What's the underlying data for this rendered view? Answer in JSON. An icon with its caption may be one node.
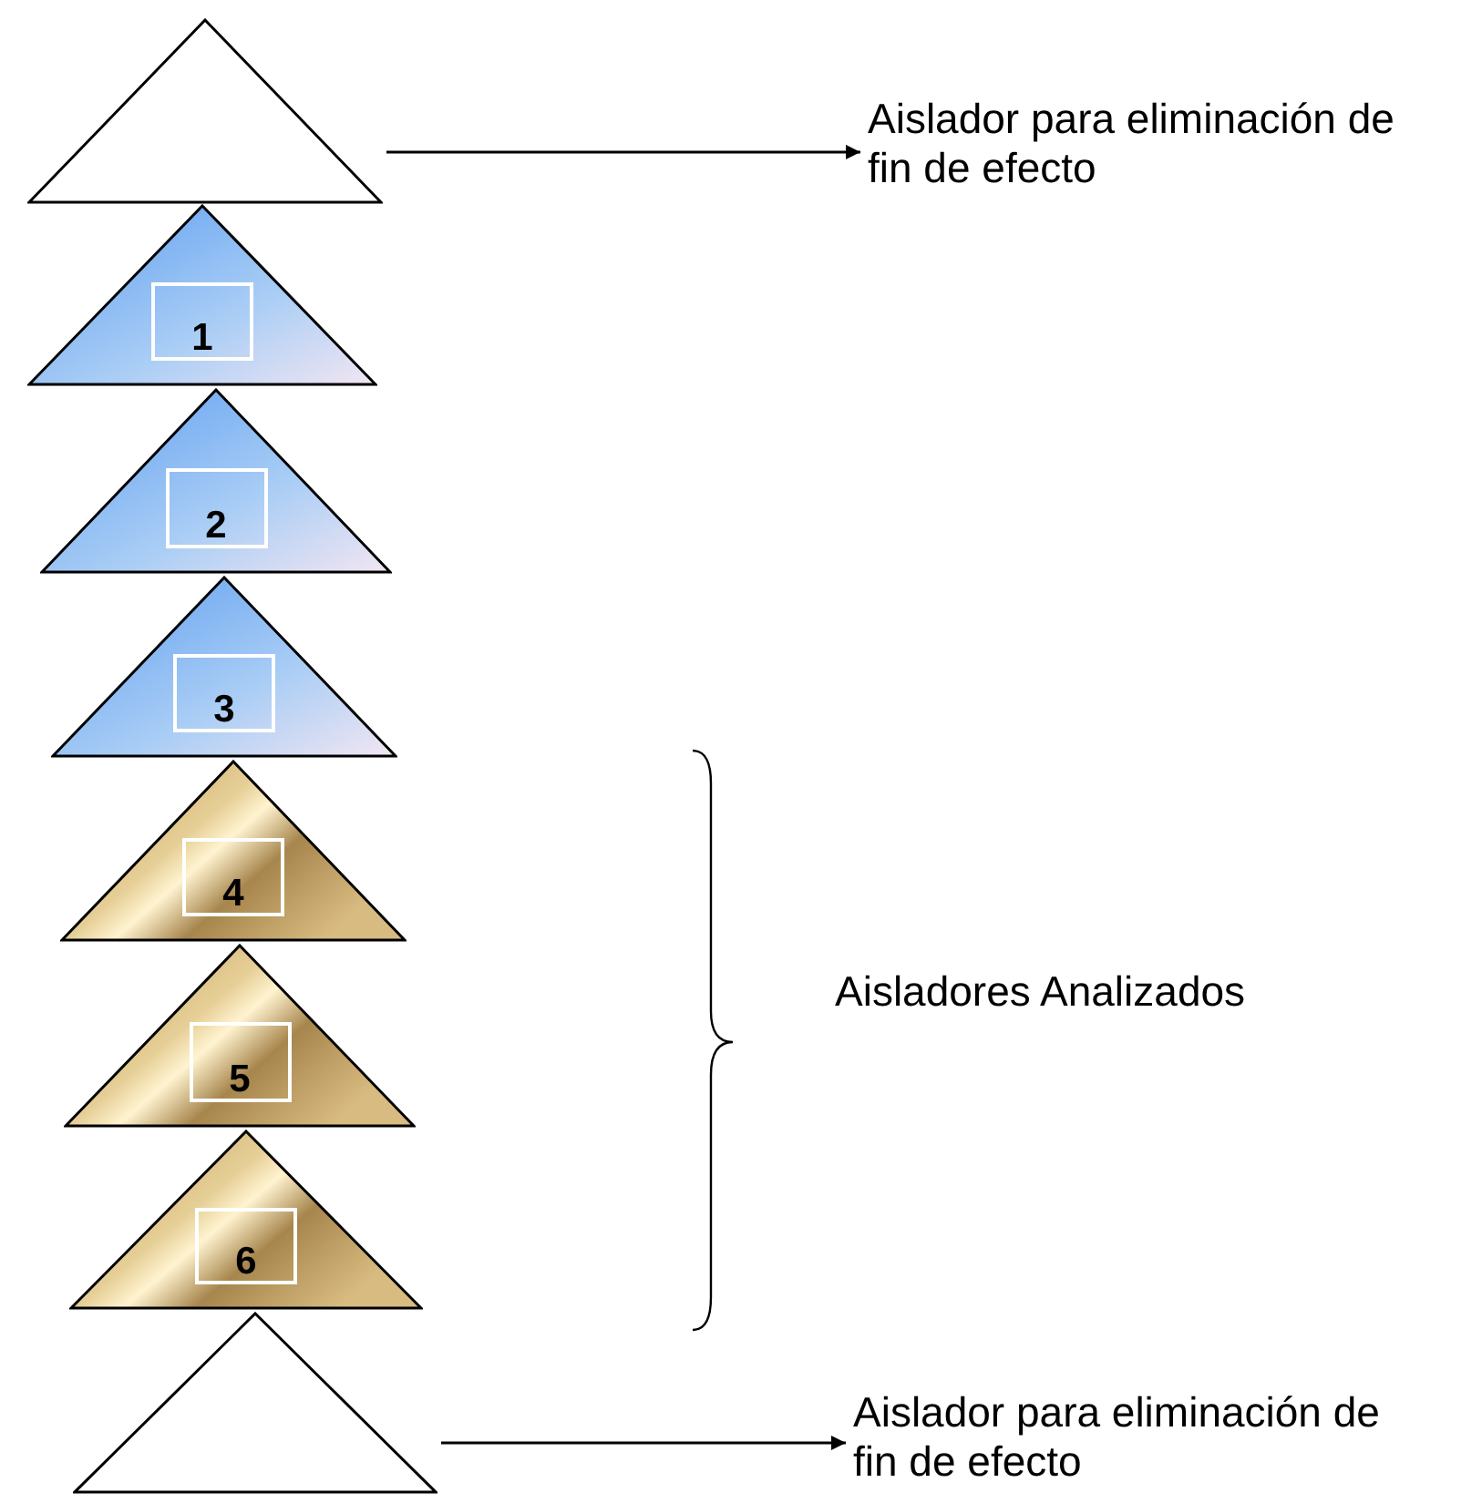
{
  "diagram": {
    "nodes": [
      {
        "text": [],
        "shape": "triangle"
      },
      {
        "text": [
          "Aislador para eliminación de fin de efecto"
        ]
      },
      {
        "text": [
          "1"
        ]
      },
      {
        "text": [
          "2"
        ]
      },
      {
        "text": [
          "3"
        ]
      },
      {
        "text": [
          "4"
        ]
      },
      {
        "text": [
          "5"
        ]
      },
      {
        "text": [
          "6"
        ]
      },
      {
        "text": [],
        "shape": "triangle"
      },
      {
        "text": [
          "Aislador para eliminación de fin de efecto"
        ]
      }
    ],
    "edges": [
      {
        "from": 0,
        "to": 1,
        "arrow": "to"
      },
      {
        "from": 8,
        "to": 9,
        "arrow": "to"
      }
    ],
    "labels": [
      "Aisladores Analizados"
    ]
  }
}
